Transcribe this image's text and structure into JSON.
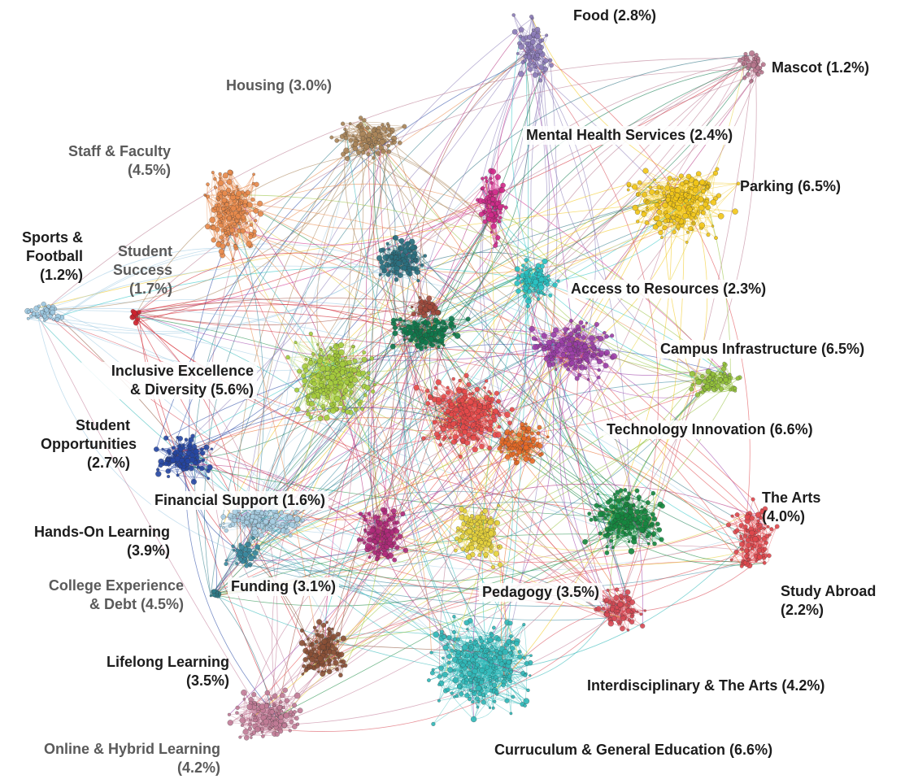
{
  "clusters": [
    {
      "label": "Food (2.8%)",
      "color": "#8b7bb8"
    },
    {
      "label": "Mascot (1.2%)",
      "color": "#b9788f"
    },
    {
      "label": "Housing (3.0%)",
      "color": "#a98458"
    },
    {
      "label": "Mental Health Services (2.4%)",
      "color": "#d12a8a"
    },
    {
      "label": "Staff & Faculty (4.5%)",
      "color": "#e8894a"
    },
    {
      "label": "Parking (6.5%)",
      "color": "#f2c617"
    },
    {
      "label": "Sports & Football (1.2%)",
      "color": "#9ec9e2"
    },
    {
      "label": "Student Success (1.7%)",
      "color": "#d0222d"
    },
    {
      "label": "Access to Resources (2.3%)",
      "color": "#29c4c4"
    },
    {
      "label": "Campus Infrastructure (6.5%)",
      "color": "#94c23a"
    },
    {
      "label": "Inclusive Excellence & Diversity (5.6%)",
      "color": "#a6cd3c"
    },
    {
      "label": "Student Opportunities (2.7%)",
      "color": "#2546a3"
    },
    {
      "label": "Technology Innovation (6.6%)",
      "color": "#e84a4a"
    },
    {
      "label": "Financial Support (1.6%)",
      "color": "#a9cfe4"
    },
    {
      "label": "The Arts (4.0%)",
      "color": "#e0474c"
    },
    {
      "label": "Hands-On Learning (3.9%)",
      "color": "#3a8aa0"
    },
    {
      "label": "College Experience & Debt (4.5%)",
      "color": "#2e7d8a"
    },
    {
      "label": "Funding (3.1%)",
      "color": "#b02a7a"
    },
    {
      "label": "Pedagogy (3.5%)",
      "color": "#e6d23c"
    },
    {
      "label": "Study Abroad (2.2%)",
      "color": "#d84a55"
    },
    {
      "label": "Lifelong Learning (3.5%)",
      "color": "#8a5036"
    },
    {
      "label": "Interdisciplinary & The Arts (4.2%)",
      "color": "#15883f"
    },
    {
      "label": "Online & Hybrid Learning (4.2%)",
      "color": "#c27c97"
    },
    {
      "label": "Curruculum & General Education (6.6%)",
      "color": "#2fb8b8"
    },
    {
      "label": "",
      "color": "#9c3fa8"
    },
    {
      "label": "",
      "color": "#0f7a4c"
    },
    {
      "label": "",
      "color": "#2a7080"
    },
    {
      "label": "",
      "color": "#a14a3c"
    },
    {
      "label": "",
      "color": "#e86a26"
    }
  ],
  "labels": {
    "food": "Food (2.8%)",
    "mascot": "Mascot (1.2%)",
    "housing": "Housing (3.0%)",
    "mental_health": "Mental Health Services (2.4%)",
    "staff_1": "Staff & Faculty",
    "staff_2": "(4.5%)",
    "parking": "Parking (6.5%)",
    "sports_1": "Sports &",
    "sports_2": "Football",
    "sports_3": "(1.2%)",
    "success_1": "Student",
    "success_2": "Success",
    "success_3": "(1.7%)",
    "access": "Access to Resources (2.3%)",
    "campus": "Campus Infrastructure (6.5%)",
    "inclusive_1": "Inclusive Excellence",
    "inclusive_2": "& Diversity (5.6%)",
    "opportunities_1": "Student",
    "opportunities_2": "Opportunities",
    "opportunities_3": "(2.7%)",
    "technology": "Technology Innovation (6.6%)",
    "financial": "Financial Support (1.6%)",
    "arts_1": "The Arts",
    "arts_2": "(4.0%)",
    "handson_1": "Hands-On Learning",
    "handson_2": "(3.9%)",
    "college_1": "College Experience",
    "college_2": "& Debt (4.5%)",
    "funding": "Funding (3.1%)",
    "pedagogy": "Pedagogy (3.5%)",
    "abroad_1": "Study Abroad",
    "abroad_2": "(2.2%)",
    "lifelong_1": "Lifelong Learning",
    "lifelong_2": "(3.5%)",
    "interdisciplinary": "Interdisciplinary & The Arts (4.2%)",
    "online_1": "Online & Hybrid Learning",
    "online_2": "(4.2%)",
    "curriculum": "Curruculum & General Education (6.6%)"
  }
}
